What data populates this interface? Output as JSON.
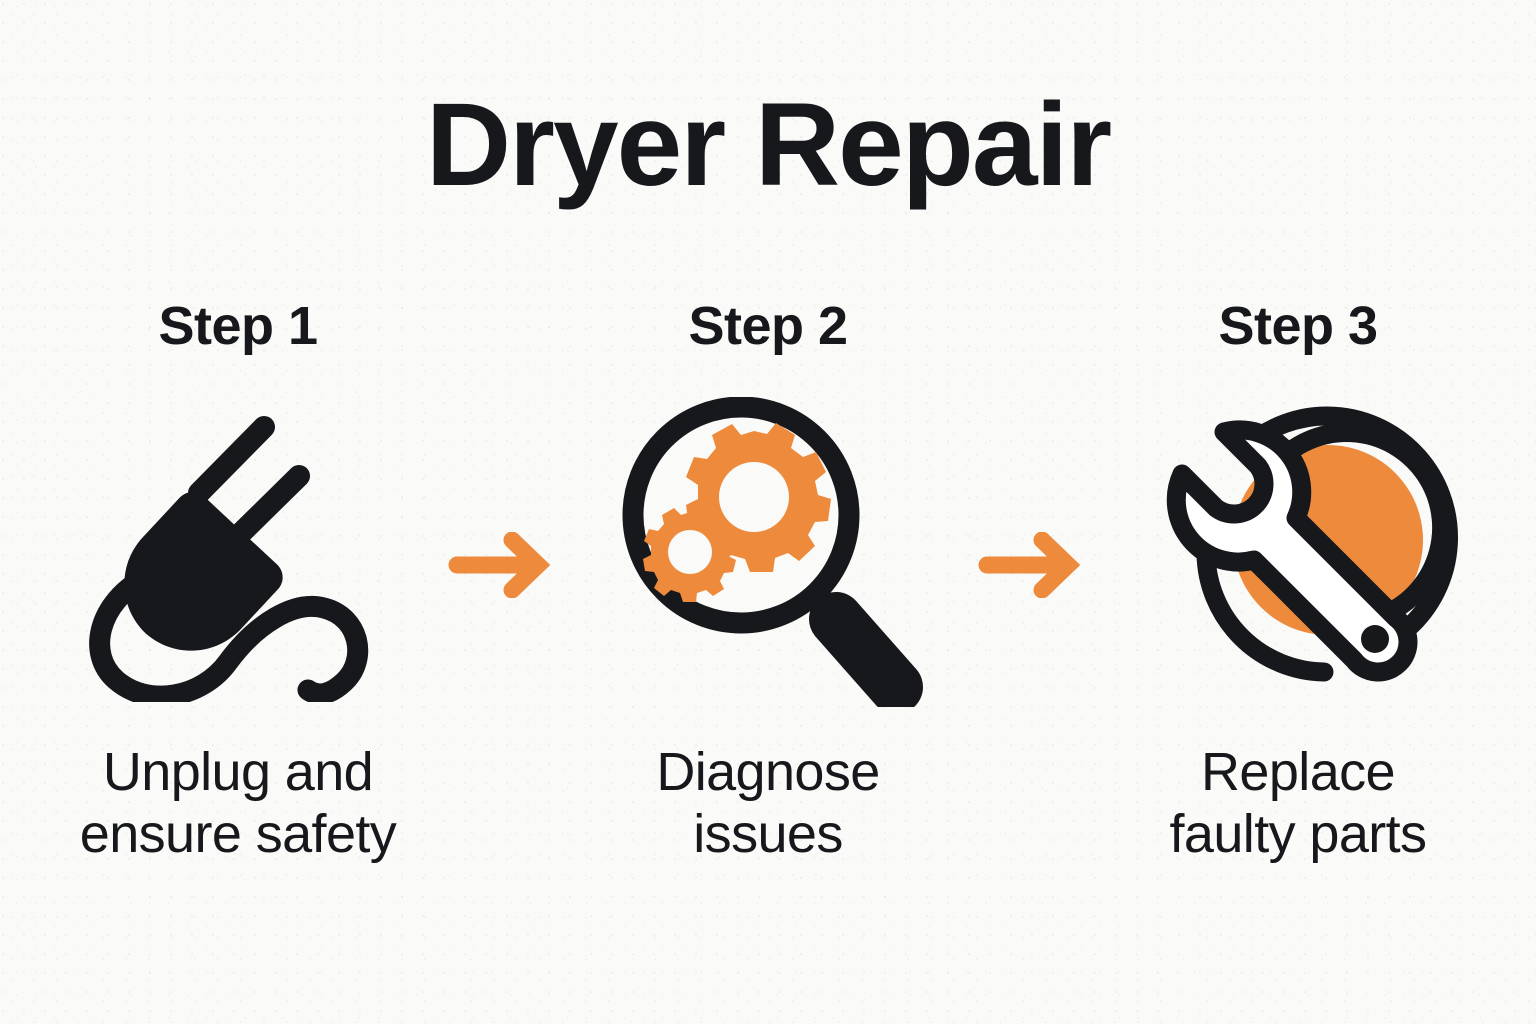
{
  "title": "Dryer Repair",
  "colors": {
    "background": "#FAFAF8",
    "ink": "#16181C",
    "accent_orange": "#EE8A3C",
    "icon_white": "#FFFFFF"
  },
  "steps": [
    {
      "heading": "Step 1",
      "icon_name": "power-plug-icon",
      "caption_line1": "Unplug and",
      "caption_line2": "ensure safety"
    },
    {
      "heading": "Step 2",
      "icon_name": "magnifier-gears-icon",
      "caption_line1": "Diagnose",
      "caption_line2": "issues"
    },
    {
      "heading": "Step 3",
      "icon_name": "wrench-drum-icon",
      "caption_line1": "Replace",
      "caption_line2": "faulty parts"
    }
  ],
  "connectors": [
    {
      "icon_name": "arrow-right-icon"
    },
    {
      "icon_name": "arrow-right-icon"
    }
  ]
}
